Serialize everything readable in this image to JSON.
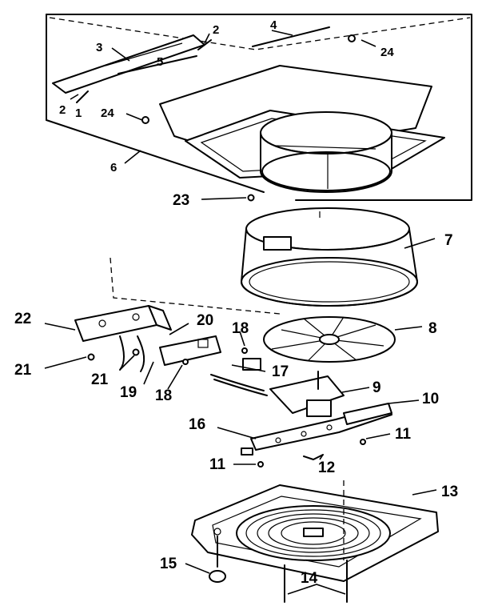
{
  "labels": {
    "p1": "1",
    "p2a": "2",
    "p2b": "2",
    "p3": "3",
    "p4": "4",
    "p5": "5",
    "p6": "6",
    "p7": "7",
    "p8": "8",
    "p9": "9",
    "p10": "10",
    "p11a": "11",
    "p11b": "11",
    "p12": "12",
    "p13": "13",
    "p14": "14",
    "p15": "15",
    "p16": "16",
    "p17": "17",
    "p18a": "18",
    "p18b": "18",
    "p19": "19",
    "p20": "20",
    "p21a": "21",
    "p21b": "21",
    "p22": "22",
    "p23": "23",
    "p24a": "24",
    "p24b": "24"
  }
}
